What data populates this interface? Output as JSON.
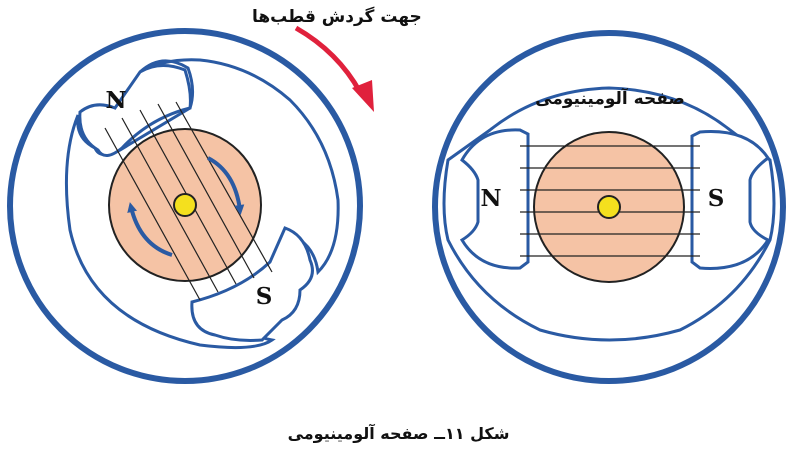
{
  "left_diagram": {
    "rotation_label": "جهت گردش قطب‌ها",
    "pole_north": "N",
    "pole_south": "S"
  },
  "right_diagram": {
    "disk_label": "صفحه آلومینیومی",
    "pole_north": "N",
    "pole_south": "S"
  },
  "caption": "شکل ۱۱ــ صفحه آلومینیومی",
  "colors": {
    "frame_blue": "#2a5aa3",
    "disk_fill": "#f5c3a5",
    "axle_yellow": "#f4e01e",
    "arrow_red": "#e0213c",
    "line_dark": "#222222"
  }
}
